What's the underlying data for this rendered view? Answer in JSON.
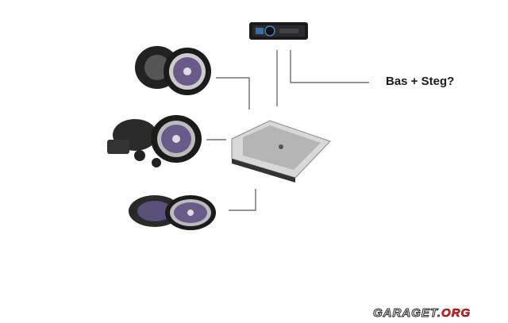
{
  "diagram": {
    "label_bass_amp": "Bas + Steg?",
    "components": [
      "head-unit",
      "amplifier",
      "component-speakers-small",
      "component-speakers-set",
      "oval-speakers"
    ]
  },
  "watermark": {
    "main": "GARAGET",
    "suffix": ".ORG"
  },
  "colors": {
    "line": "#555555",
    "speaker_cone": "#6a5a8a"
  }
}
